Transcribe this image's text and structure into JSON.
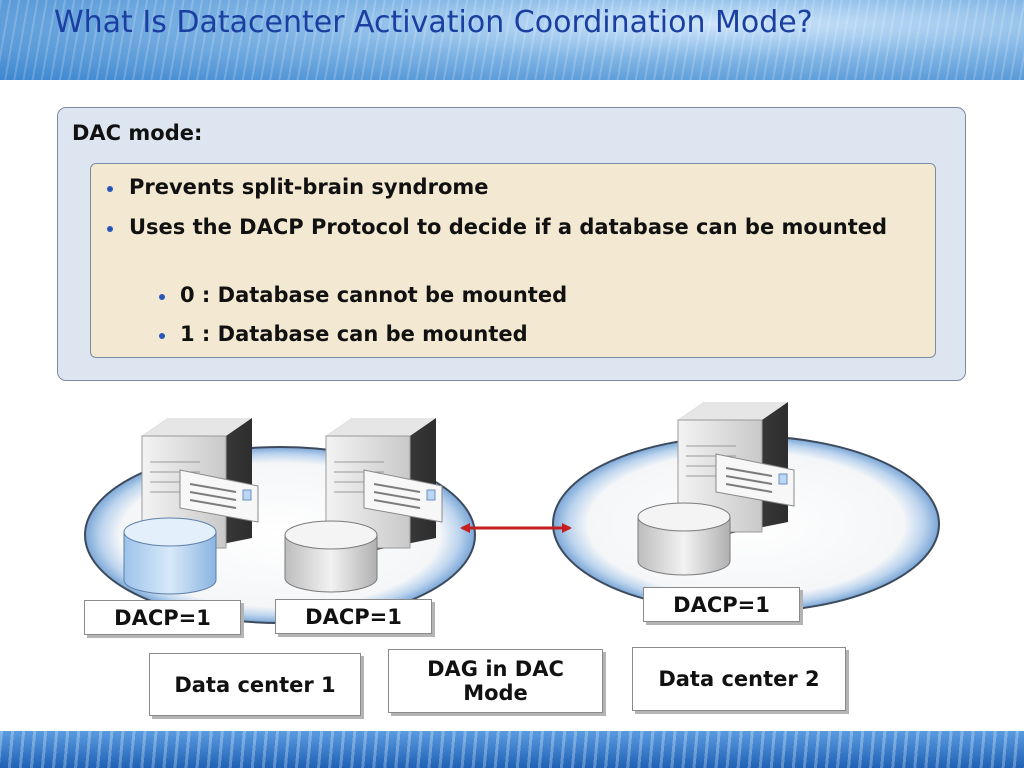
{
  "slide": {
    "title": "What Is Datacenter Activation Coordination Mode?"
  },
  "panel": {
    "heading": "DAC mode:",
    "bullets": [
      "Prevents split-brain syndrome",
      "Uses the DACP Protocol to decide if a database can be mounted"
    ],
    "sub_bullets": [
      "0 : Database cannot be mounted",
      "1 : Database can be mounted"
    ]
  },
  "diagram": {
    "dacp_labels": [
      "DACP=1",
      "DACP=1",
      "DACP=1"
    ],
    "site_labels": {
      "datacenter_1": "Data center 1",
      "dag": "DAG in DAC Mode",
      "datacenter_2": "Data center 2"
    },
    "colors": {
      "link_arrow": "#c41e1e",
      "database_highlight": "#bcd7f2",
      "database_normal": "#dcdcdc",
      "ellipse_rim": "#9ec4e8"
    },
    "icons": [
      "server-icon",
      "database-icon",
      "double-arrow-icon"
    ]
  }
}
